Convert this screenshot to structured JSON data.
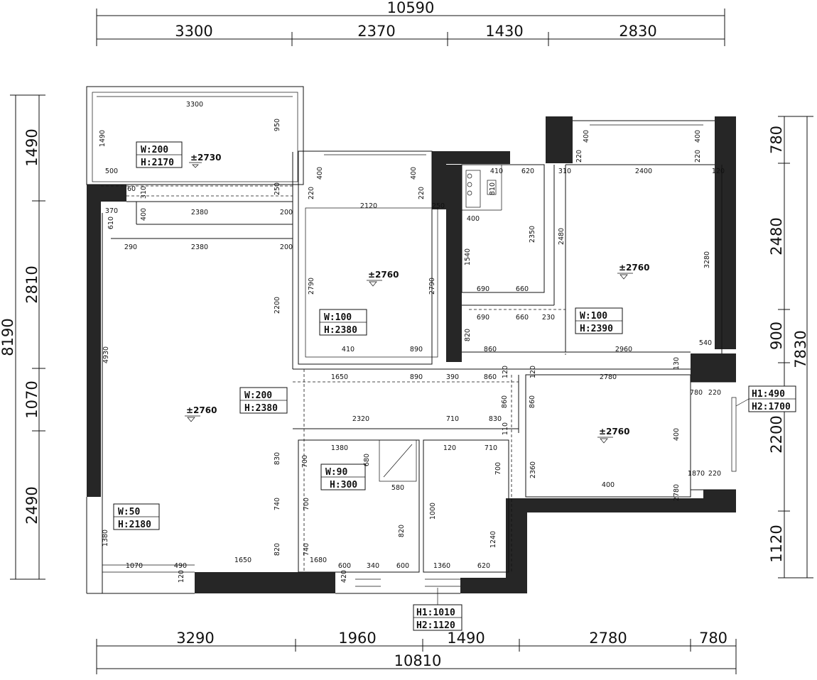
{
  "overall": {
    "top_total": "10590",
    "bottom_total": "10810",
    "left_total": "8190",
    "right_total": "7830"
  },
  "top_segments": [
    "3300",
    "2370",
    "1430",
    "2830"
  ],
  "bottom_segments": [
    "3290",
    "1960",
    "1490",
    "2780",
    "780"
  ],
  "left_segments": [
    "1490",
    "2810",
    "1070",
    "2490"
  ],
  "right_segments": [
    "780",
    "2480",
    "900",
    "2200",
    "1120"
  ],
  "levels": {
    "balcony": "±2730",
    "living": "±2760",
    "bedroom_mid": "±2760",
    "bedroom_right": "±2760",
    "bedroom_lower": "±2760"
  },
  "tags": {
    "t1": {
      "w": "W:200",
      "h": "H:2170"
    },
    "t2": {
      "w": "W:100",
      "h": "H:2380"
    },
    "t3": {
      "w": "W:100",
      "h": "H:2390"
    },
    "t4": {
      "w": "W:200",
      "h": "H:2380"
    },
    "t5": {
      "w": "W:90",
      "h": "H:300"
    },
    "t6": {
      "w": "W:50",
      "h": "H:2180"
    },
    "t7": {
      "w": "H1:490",
      "h": "H2:1700"
    },
    "t8": {
      "w": "H1:1010",
      "h": "H2:1120"
    }
  },
  "inner_dims": [
    "3300",
    "1490",
    "950",
    "500",
    "60",
    "310",
    "400",
    "250",
    "370",
    "610",
    "2380",
    "200",
    "290",
    "2380",
    "200",
    "4930",
    "2200",
    "1380",
    "1070",
    "490",
    "120",
    "1650",
    "820",
    "740",
    "830",
    "400",
    "220",
    "400",
    "220",
    "2120",
    "250",
    "2790",
    "2790",
    "410",
    "890",
    "410",
    "620",
    "810",
    "400",
    "2350",
    "1540",
    "690",
    "660",
    "690",
    "660",
    "230",
    "820",
    "860",
    "310",
    "2400",
    "220",
    "400",
    "400",
    "220",
    "120",
    "2480",
    "3280",
    "2960",
    "540",
    "1650",
    "890",
    "390",
    "860",
    "120",
    "120",
    "2780",
    "130",
    "860",
    "860",
    "110",
    "2320",
    "710",
    "830",
    "1380",
    "680",
    "580",
    "700",
    "700",
    "740",
    "820",
    "1680",
    "600",
    "340",
    "600",
    "420",
    "120",
    "710",
    "700",
    "1000",
    "2360",
    "1240",
    "1360",
    "620",
    "780",
    "220",
    "400",
    "1870",
    "220",
    "400",
    "2780",
    "130"
  ]
}
